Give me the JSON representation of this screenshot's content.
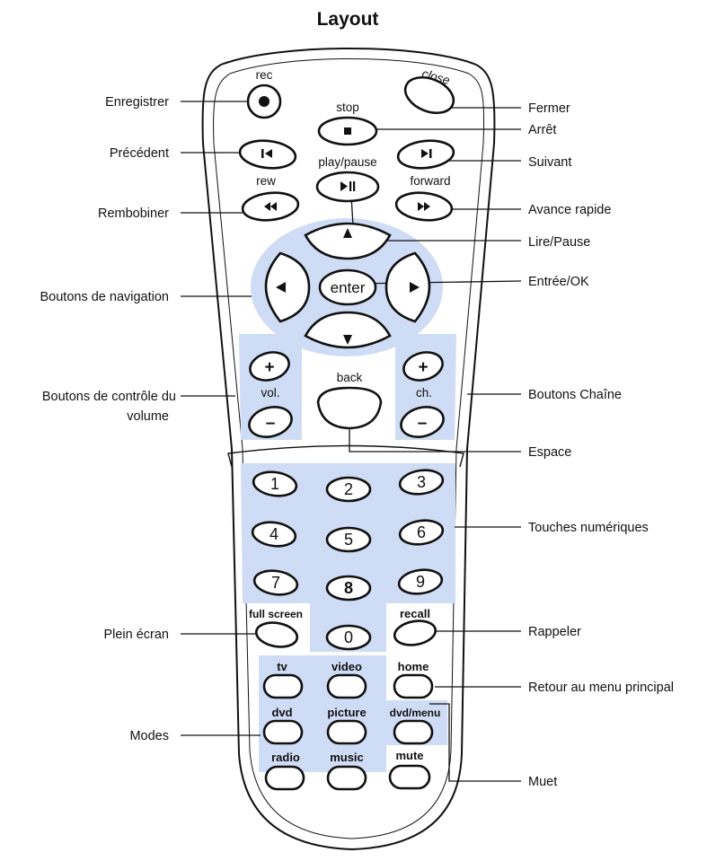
{
  "title": "Layout",
  "callouts": {
    "left": {
      "enregistrer": "Enregistrer",
      "precedent": "Précédent",
      "rembobiner": "Rembobiner",
      "navigation": "Boutons de navigation",
      "volume_line1": "Boutons de contrôle du",
      "volume_line2": "volume",
      "plein_ecran": "Plein écran",
      "modes": "Modes"
    },
    "right": {
      "fermer": "Fermer",
      "arret": "Arrêt",
      "suivant": "Suivant",
      "avance_rapide": "Avance rapide",
      "lire_pause": "Lire/Pause",
      "entree_ok": "Entrée/OK",
      "chaine": "Boutons Chaîne",
      "espace": "Espace",
      "numeriques": "Touches numériques",
      "rappeler": "Rappeler",
      "retour_menu": "Retour au menu principal",
      "muet": "Muet"
    }
  },
  "remote": {
    "rec": "rec",
    "close": "close",
    "stop": "stop",
    "play_pause": "play/pause",
    "rew": "rew",
    "forward": "forward",
    "enter": "enter",
    "vol": "vol.",
    "ch": "ch.",
    "back": "back",
    "plus": "+",
    "minus": "–",
    "digits": [
      "1",
      "2",
      "3",
      "4",
      "5",
      "6",
      "7",
      "8",
      "9",
      "0"
    ],
    "full_screen": "full screen",
    "recall": "recall",
    "tv": "tv",
    "video": "video",
    "home": "home",
    "dvd": "dvd",
    "picture": "picture",
    "dvd_menu": "dvd/menu",
    "radio": "radio",
    "music": "music",
    "mute": "mute"
  },
  "colors": {
    "highlight": "#cfdcf5",
    "outline": "#111111"
  }
}
